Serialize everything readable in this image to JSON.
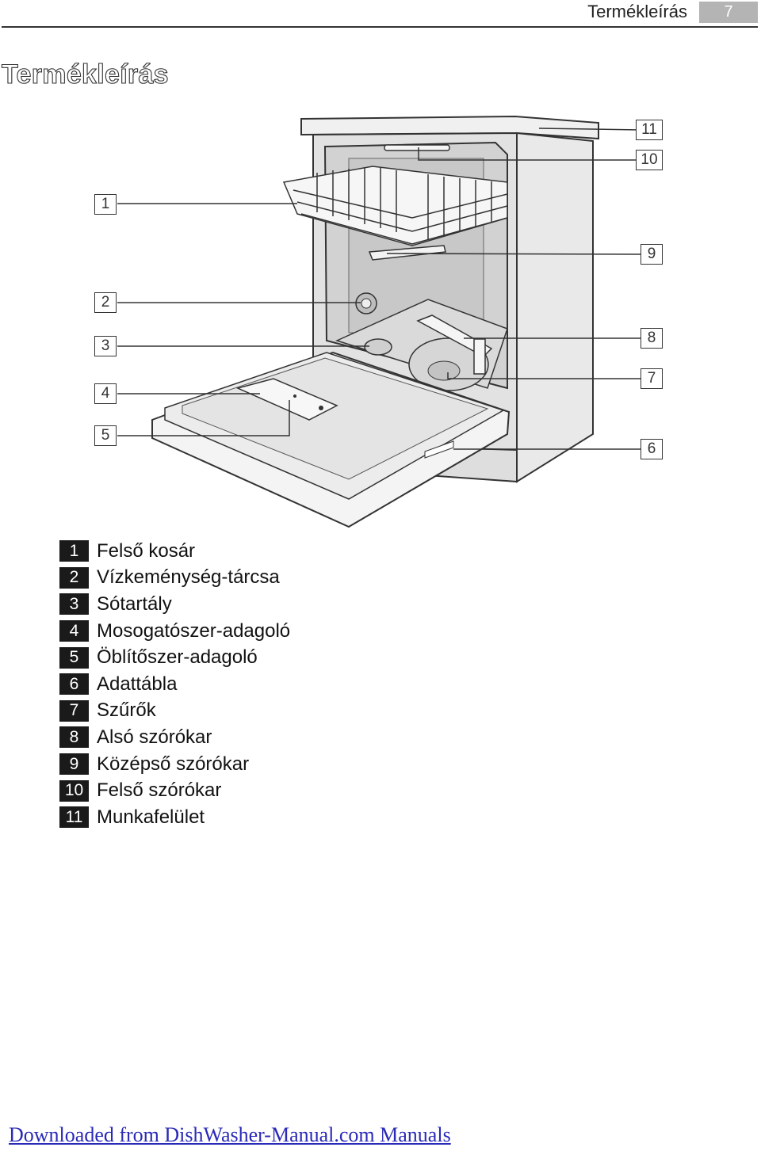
{
  "header": {
    "section": "Termékleírás",
    "page_number": "7"
  },
  "title": "Termékleírás",
  "callouts": [
    "1",
    "2",
    "3",
    "4",
    "5",
    "6",
    "7",
    "8",
    "9",
    "10",
    "11"
  ],
  "legend": [
    {
      "num": "1",
      "label": "Felső kosár"
    },
    {
      "num": "2",
      "label": "Vízkeménység-tárcsa"
    },
    {
      "num": "3",
      "label": "Sótartály"
    },
    {
      "num": "4",
      "label": "Mosogatószer-adagoló"
    },
    {
      "num": "5",
      "label": "Öblítőszer-adagoló"
    },
    {
      "num": "6",
      "label": "Adattábla"
    },
    {
      "num": "7",
      "label": "Szűrők"
    },
    {
      "num": "8",
      "label": "Alsó szórókar"
    },
    {
      "num": "9",
      "label": "Középső szórókar"
    },
    {
      "num": "10",
      "label": "Felső szórókar"
    },
    {
      "num": "11",
      "label": "Munkafelület"
    }
  ],
  "footer": {
    "link_text": "Downloaded from DishWasher-Manual.com Manuals"
  },
  "colors": {
    "page_number_bg": "#b4b4b4",
    "legend_badge_bg": "#1a1a1a",
    "appliance_fill": "#e2e2e2",
    "footer_link": "#2a2ab8"
  }
}
